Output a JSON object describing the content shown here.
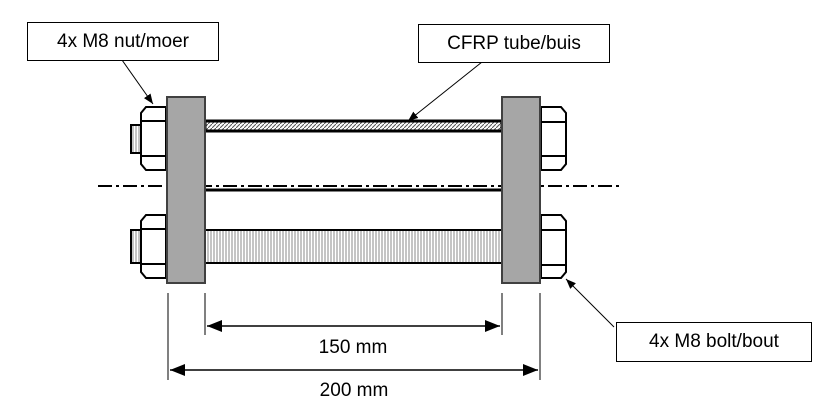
{
  "labels": {
    "nut": "4x M8 nut/moer",
    "tube": "CFRP tube/buis",
    "bolt": "4x M8 bolt/bout"
  },
  "dimensions": {
    "inner": "150 mm",
    "outer": "200 mm"
  },
  "colors": {
    "plate": "#a6a6a6",
    "line": "#000000"
  }
}
